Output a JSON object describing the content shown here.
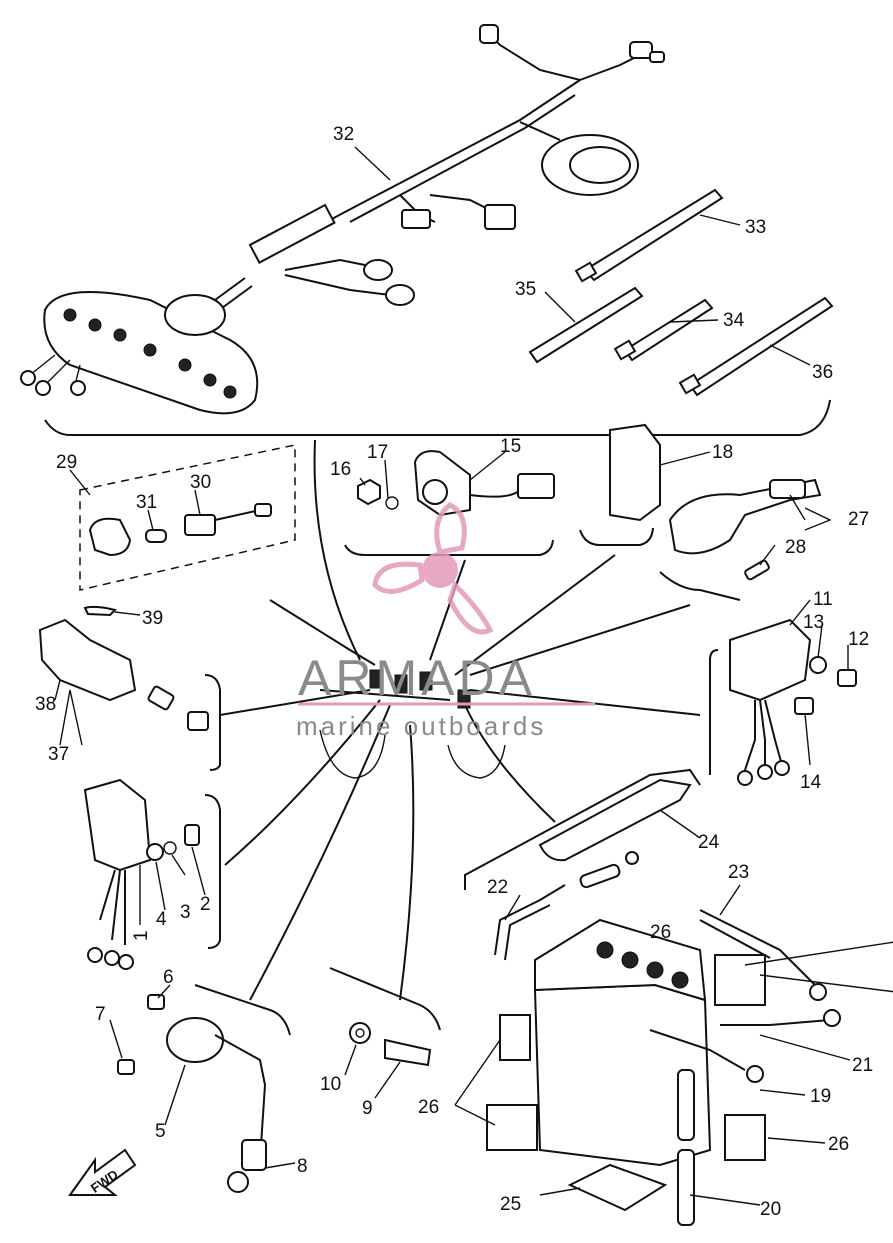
{
  "watermark": {
    "brand": "ARMADA",
    "tagline": "marine outboards",
    "logo_color": "#e39ab9"
  },
  "labels": {
    "p1": "1",
    "p2": "2",
    "p3": "3",
    "p4": "4",
    "p5": "5",
    "p6": "6",
    "p7": "7",
    "p8": "8",
    "p9": "9",
    "p10": "10",
    "p11": "11",
    "p12": "12",
    "p13": "13",
    "p14": "14",
    "p15": "15",
    "p16": "16",
    "p17": "17",
    "p18": "18",
    "p19": "19",
    "p20": "20",
    "p21": "21",
    "p22": "22",
    "p23": "23",
    "p24": "24",
    "p25": "25",
    "p26a": "26",
    "p26b": "26",
    "p26c": "26",
    "p27": "27",
    "p28": "28",
    "p29": "29",
    "p30": "30",
    "p31": "31",
    "p32": "32",
    "p33": "33",
    "p34": "34",
    "p35": "35",
    "p36": "36",
    "p37": "37",
    "p38": "38",
    "p39": "39"
  },
  "fwd_arrow": {
    "text": "FWD"
  }
}
